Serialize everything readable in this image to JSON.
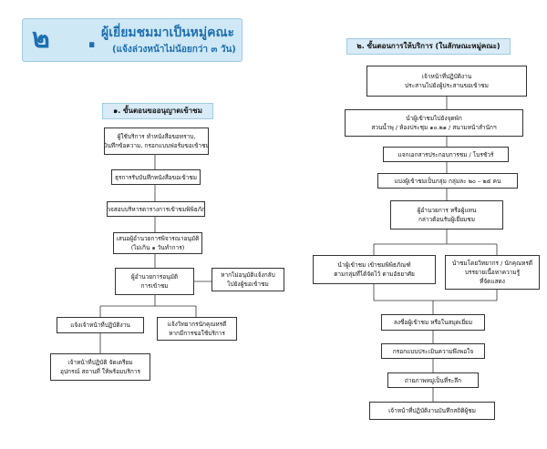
{
  "banner": {
    "number": "๒",
    "dot": ".",
    "title": "ผู้เยี่ยมชมมาเป็นหมู่คณะ",
    "subtitle": "(แจ้งล่วงหน้าไม่น้อยกว่า ๓ วัน)"
  },
  "left": {
    "heading": "๑. ขั้นตอนขออนุญาตเข้าชม",
    "steps": [
      [
        "ผู้ใช้บริการ ทำหนังสือขอทราบ,",
        "บันทึกข้อความ, กรอกแบบฟอร์มขอเข้าชม"
      ],
      [
        "ธุรการรับบันทึกหนังสือขอเข้าชม"
      ],
      [
        "ตรวจสอบบริหารตารางการเข้าชมพิพิธภัณฑ์"
      ],
      [
        "เสนอผู้อำนวยการพิจารณาอนุมัติ",
        "(ไม่เกิน ๑ วันทำการ)"
      ],
      [
        "ผู้อำนวยการอนุมัติ",
        "การเข้าชม"
      ]
    ],
    "reject": [
      "หากไม่อนุมัติแจ้งกลับ",
      "ไปยังผู้ขอเข้าชม"
    ],
    "notify_staff": [
      "แจ้งเจ้าหน้าที่ปฏิบัติงาน"
    ],
    "notify_guide": [
      "แจ้งวิทยากรนักคุณหรดี",
      "หากมีการขอใช้บริการ"
    ],
    "prepare": [
      "เจ้าหน้าที่ปฏิบัติ จัดเตรียม",
      "อุปกรณ์ สถานที่ ให้พร้อมบริการ"
    ]
  },
  "right": {
    "heading": "๒. ขั้นตอนการให้บริการ (ในลักษณะหมู่คณะ)",
    "steps": [
      [
        "เจ้าหน้าที่ปฏิบัติงาน",
        "ประสานไปยังผู้ประสานขอเข้าชม"
      ],
      [
        "นำผู้เข้าชมไปยังจุดพัก",
        "สวนน้ำพุ / ห้องประชุม ๑๐.๒๑ / สนามหน้าสำนักฯ"
      ],
      [
        "แจกเอกสารประกอบการชม / โบรชัวร์"
      ],
      [
        "แบ่งผู้เข้าชมเป็นกลุ่ม กลุ่มละ ๒๐ – ๒๕ คน"
      ],
      [
        "ผู้อำนวยการ หรือผู้แทน",
        "กล่าวต้อนรับผู้เยี่ยมชม"
      ]
    ],
    "branch_a": [
      "นำผู้เข้าชม เข้าชมพิพิธภัณฑ์",
      "ตามกลุ่มที่ได้จัดไว้ ตามอัธยาศัย"
    ],
    "branch_b": [
      "นำชมโดยวิทยากร / นักคุณหรดี",
      "บรรยายเนื้อหาความรู้",
      "ที่จัดแสดง"
    ],
    "tail": [
      [
        "ลงชื่อผู้เข้าชม หรือในสมุดเยี่ยม"
      ],
      [
        "กรอกแบบประเมินความพึงพอใจ"
      ],
      [
        "ถ่ายภาพหมู่เป็นที่ระลึก"
      ],
      [
        "เจ้าหน้าที่ปฏิบัติงานบันทึกสถิติผู้ชม"
      ]
    ]
  }
}
